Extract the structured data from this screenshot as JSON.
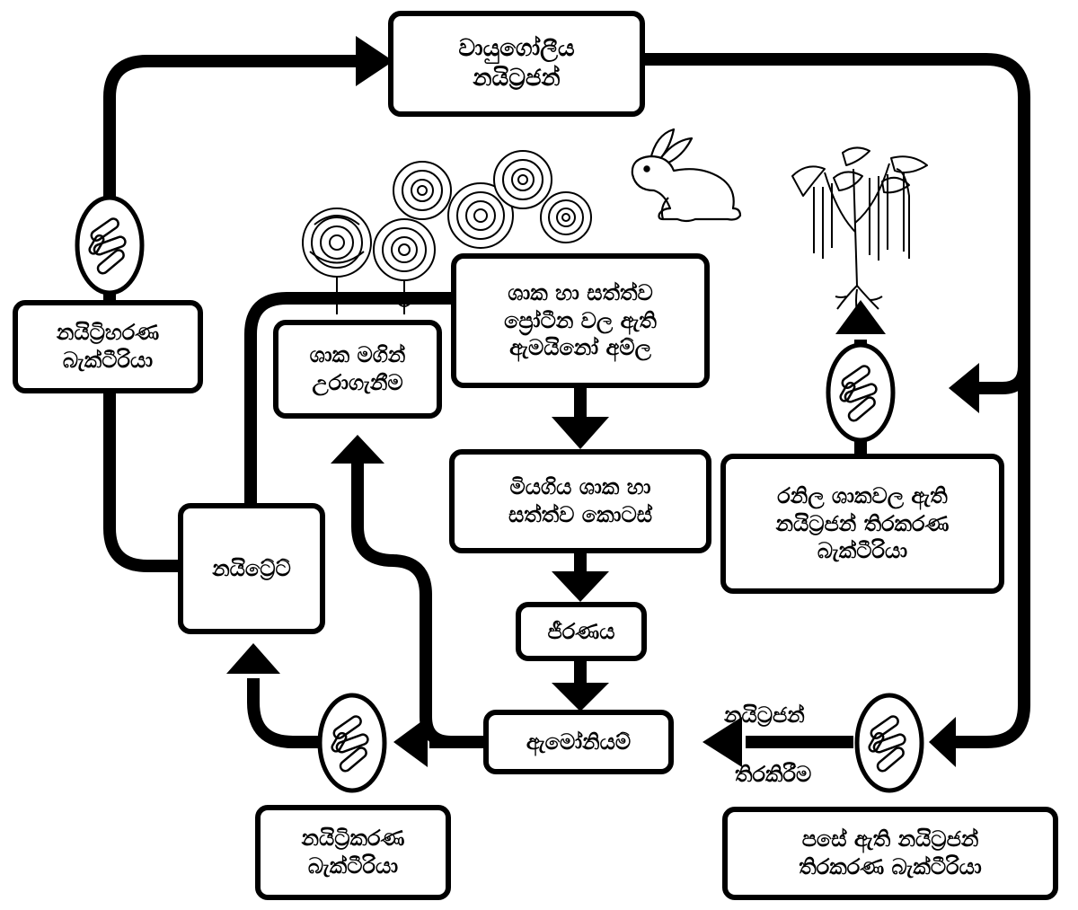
{
  "boxes": {
    "atmospheric_nitrogen": [
      "වායුගෝලීය",
      "නයිට්‍රජන්"
    ],
    "denitrifying_bacteria": [
      "නයිට්‍රිහරණ",
      "බැක්ටීරියා"
    ],
    "plant_absorption": [
      "ශාක මගින්",
      "උරාගැනීම"
    ],
    "amino_acids": [
      "ශාක හා සත්ත්ව",
      "ප්‍රෝටීන වල ඇති",
      "ඇමයිනෝ අම්ල"
    ],
    "dead_matter": [
      "මියගිය ශාක හා",
      "සත්ත්ව කොටස්"
    ],
    "decomposition": [
      "ජීරණය"
    ],
    "ammonium": [
      "ඇමෝනියම්"
    ],
    "nitrate": [
      "නයිට්‍රේට්"
    ],
    "nitrifying_bacteria": [
      "නයිට්‍රිකරණ",
      "බැක්ටීරියා"
    ],
    "legume_bacteria": [
      "රනිල ශාකවල ඇති",
      "නයිට්‍රජන් තිරකරණ",
      "බැක්ටීරියා"
    ],
    "soil_bacteria": [
      "පසේ ඇති නයිට්‍රජන්",
      "තිරකරණ බැක්ටීරියා"
    ]
  },
  "labels": {
    "fixation_line1": "නයිට්‍රජන්",
    "fixation_line2": "තිරකිරීම"
  },
  "icons": {
    "bacteria": "bacteria-icon",
    "flowers": "flower-plants-icon",
    "rabbit": "rabbit-icon",
    "legume": "legume-plant-icon"
  },
  "colors": {
    "stroke": "#000000",
    "background": "#ffffff"
  }
}
